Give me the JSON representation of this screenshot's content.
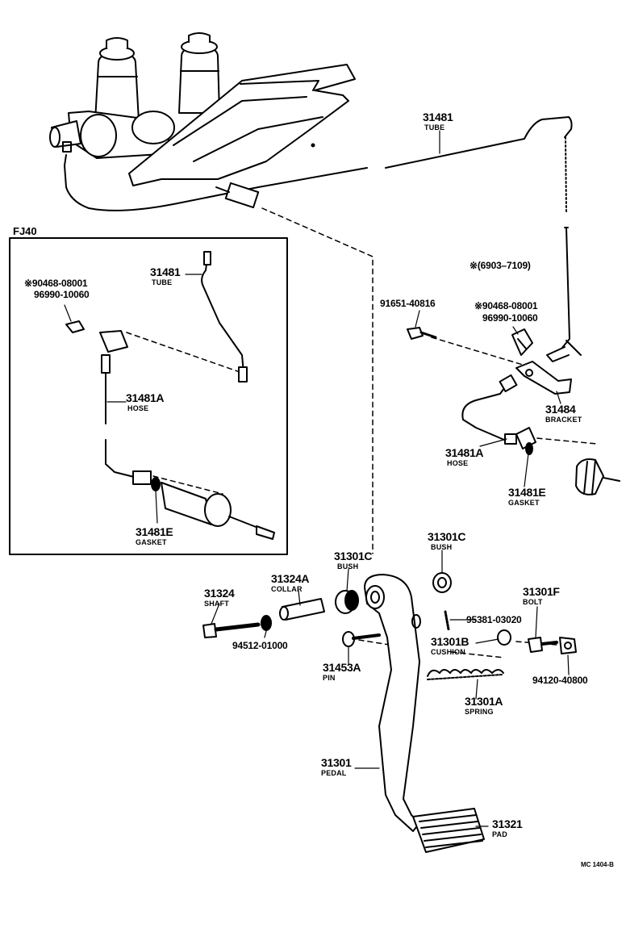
{
  "inset": {
    "title": "FJ40"
  },
  "labels": {
    "tube_top_pn": "31481",
    "tube_top_nm": "TUBE",
    "date_range": "※(6903–7109)",
    "bolt_rt_pn": "91651-40816",
    "clip_rt_pn1": "※90468-08001",
    "clip_rt_pn2": "96990-10060",
    "bracket_pn": "31484",
    "bracket_nm": "BRACKET",
    "hose_rt_pn": "31481A",
    "hose_rt_nm": "HOSE",
    "gasket_rt_pn": "31481E",
    "gasket_rt_nm": "GASKET",
    "tube_in_pn": "31481",
    "tube_in_nm": "TUBE",
    "clip_in_pn1": "※90468-08001",
    "clip_in_pn2": "96990-10060",
    "hose_in_pn": "31481A",
    "hose_in_nm": "HOSE",
    "gasket_in_pn": "31481E",
    "gasket_in_nm": "GASKET",
    "bush_a_pn": "31301C",
    "bush_a_nm": "BUSH",
    "bush_b_pn": "31301C",
    "bush_b_nm": "BUSH",
    "collar_pn": "31324A",
    "collar_nm": "COLLAR",
    "shaft_pn": "31324",
    "shaft_nm": "SHAFT",
    "washer_pn": "94512-01000",
    "bolt_f_pn": "31301F",
    "bolt_f_nm": "BOLT",
    "screw_pn": "95381-03020",
    "cushion_pn": "31301B",
    "cushion_nm": "CUSHION",
    "nut_pn": "94120-40800",
    "pin_pn": "31453A",
    "pin_nm": "PIN",
    "spring_pn": "31301A",
    "spring_nm": "SPRING",
    "pedal_pn": "31301",
    "pedal_nm": "PEDAL",
    "pad_pn": "31321",
    "pad_nm": "PAD",
    "ref_code": "MC 1404-B"
  },
  "colors": {
    "ink": "#000000",
    "paper": "#ffffff"
  }
}
